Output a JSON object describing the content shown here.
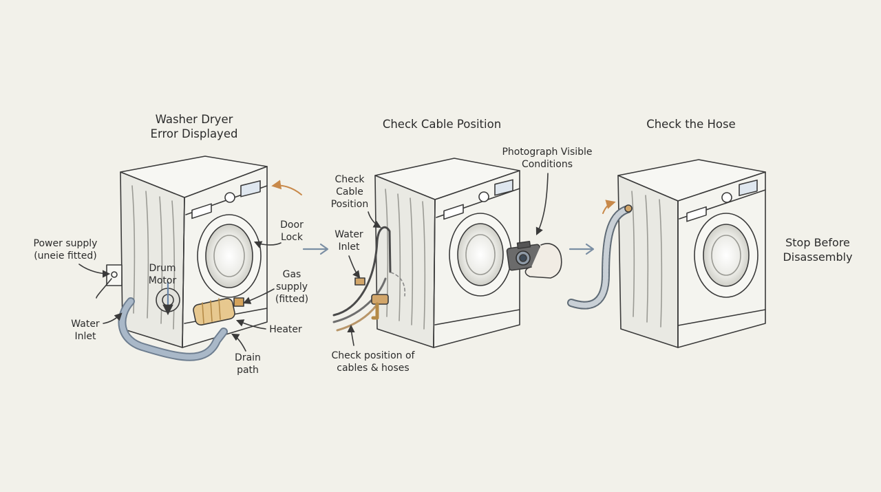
{
  "panel1": {
    "title": "Washer Dryer\nError Displayed",
    "labels": {
      "power_supply": "Power supply\n(uneie fitted)",
      "drum_motor": "Drum\nMotor",
      "door_lock": "Door\nLock",
      "gas_supply": "Gas\nsupply\n(fitted)",
      "heater": "Heater",
      "water_inlet": "Water\nInlet",
      "drain_path": "Drain\npath"
    }
  },
  "panel2": {
    "title": "Check Cable Position",
    "labels": {
      "check_cable_position": "Check\nCable\nPosition",
      "water_inlet": "Water\nInlet",
      "photograph": "Photograph Visible\nConditions",
      "check_position": "Check position of\ncables & hoses"
    }
  },
  "panel3": {
    "title": "Check the Hose",
    "stop": "Stop Before\nDisassembly"
  },
  "colors": {
    "background": "#f2f1ea",
    "ink": "#3a3a3a",
    "flow_arrow": "#7a8ea3",
    "accent_orange": "#c8894a",
    "hose_blue": "#9fb0c3"
  },
  "icons": [
    "washing-machine-icon",
    "camera-icon",
    "hand-icon",
    "drum-motor-icon",
    "heater-icon",
    "flow-arrow-icon"
  ]
}
